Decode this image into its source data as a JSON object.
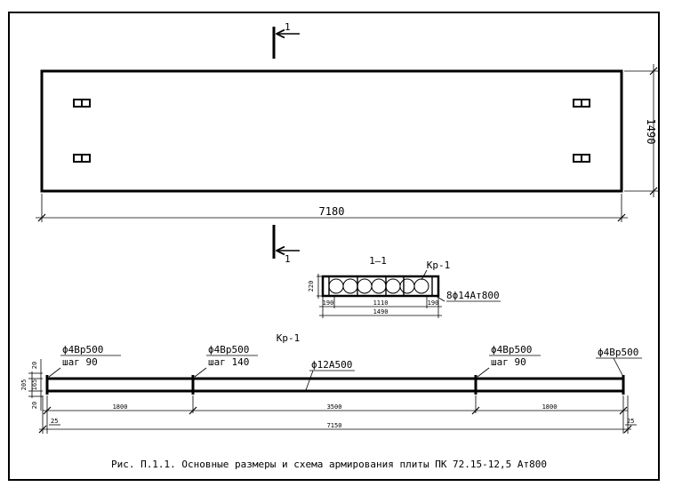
{
  "plan": {
    "length_dim": "7180",
    "width_dim": "1490",
    "section_mark": "1"
  },
  "section": {
    "title": "1–1",
    "cage_label": "Кр-1",
    "rebar_label": "8ϕ14Aт800",
    "height_dim": "220",
    "dims": [
      "190",
      "1110",
      "190"
    ],
    "total_dim": "1490"
  },
  "cage": {
    "title": "Кр-1",
    "callouts": [
      {
        "bar": "ϕ4Bp500",
        "step": "шаг 90"
      },
      {
        "bar": "ϕ4Bp500",
        "step": "шаг 140"
      },
      {
        "bar": "ϕ4Bp500",
        "step": "шаг 90"
      },
      {
        "bar": "ϕ4Bp500",
        "step": ""
      }
    ],
    "main_bar": "ϕ12A500",
    "height_dims": [
      "20",
      "205",
      "165",
      "20"
    ],
    "dims": [
      "1800",
      "3500",
      "1800"
    ],
    "end_dims": [
      "25",
      "25"
    ],
    "total_dim": "7150"
  },
  "caption": "Рис. П.1.1. Основные размеры и схема армирования плиты ПК 72.15-12,5 Aт800"
}
